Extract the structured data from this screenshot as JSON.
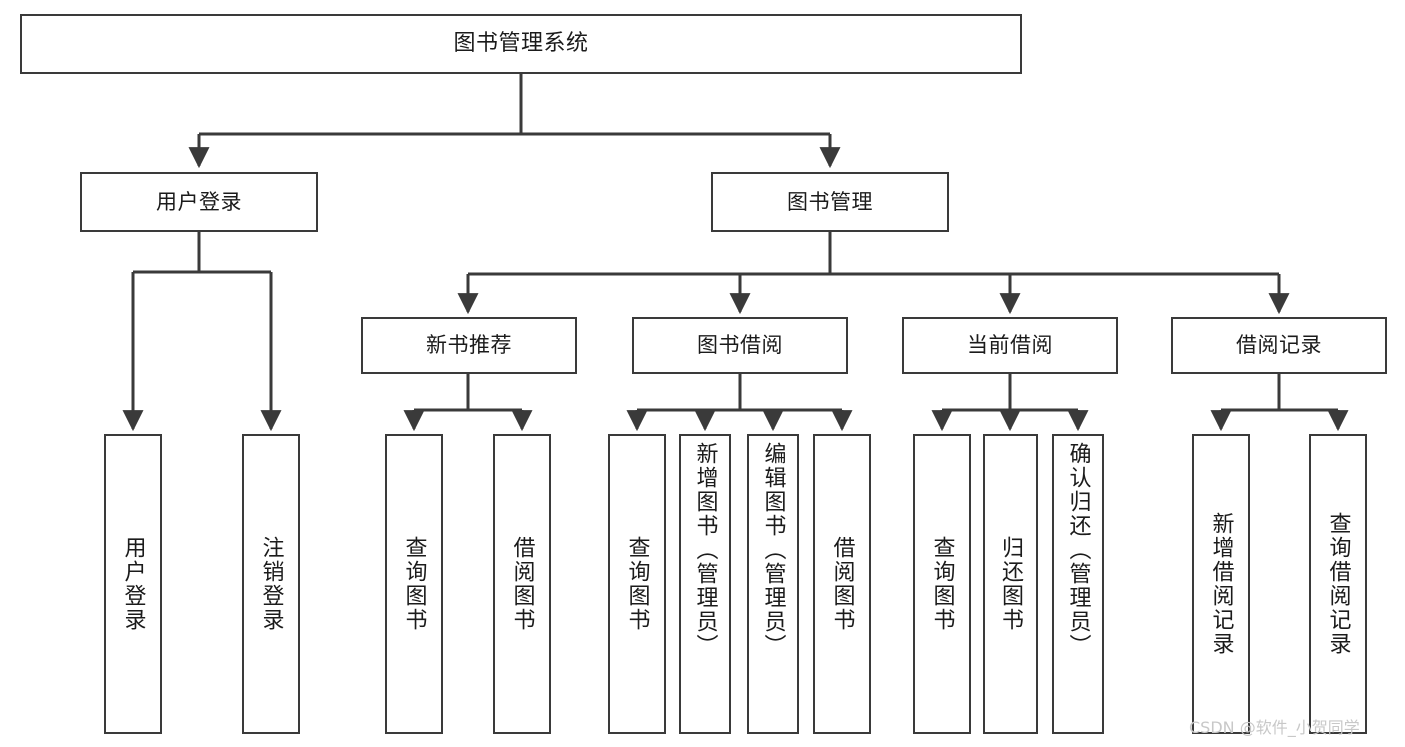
{
  "diagram": {
    "title": "图书管理系统",
    "type": "tree-hierarchy",
    "root": {
      "label": "图书管理系统"
    },
    "level2": [
      {
        "label": "用户登录"
      },
      {
        "label": "图书管理"
      }
    ],
    "level3": [
      {
        "label": "新书推荐"
      },
      {
        "label": "图书借阅"
      },
      {
        "label": "当前借阅"
      },
      {
        "label": "借阅记录"
      }
    ],
    "leaves": {
      "user_login": [
        {
          "label": "用户登录"
        },
        {
          "label": "注销登录"
        }
      ],
      "new_book_recommend": [
        {
          "label": "查询图书"
        },
        {
          "label": "借阅图书"
        }
      ],
      "book_borrow": [
        {
          "label": "查询图书"
        },
        {
          "label": "新增图书（管理员）"
        },
        {
          "label": "编辑图书（管理员）"
        },
        {
          "label": "借阅图书"
        }
      ],
      "current_borrow": [
        {
          "label": "查询图书"
        },
        {
          "label": "归还图书"
        },
        {
          "label": "确认归还（管理员）"
        }
      ],
      "borrow_record": [
        {
          "label": "新增借阅记录"
        },
        {
          "label": "查询借阅记录"
        }
      ]
    },
    "colors": {
      "stroke": "#3a3a3a",
      "text": "#1b1b1b",
      "background": "#ffffff",
      "watermark": "#c8c8c8"
    }
  },
  "watermark": {
    "text": "CSDN @软件_小贺同学"
  }
}
